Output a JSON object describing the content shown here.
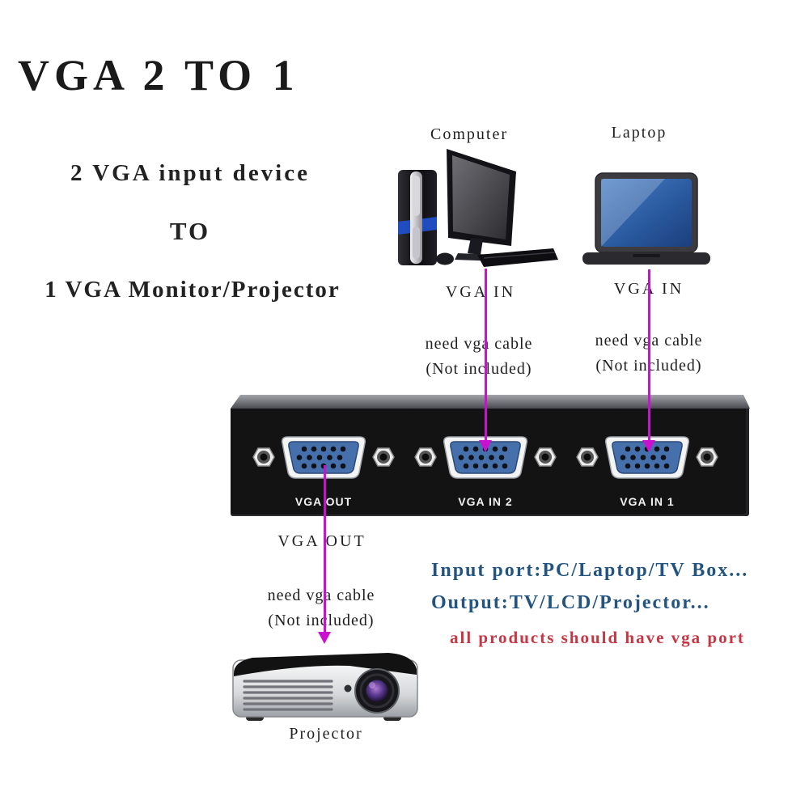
{
  "headline": {
    "title": "VGA 2 TO 1",
    "line1": "2 VGA input device",
    "line2": "TO",
    "line3": "1 VGA Monitor/Projector"
  },
  "computer": {
    "label": "Computer",
    "port": "VGA IN",
    "note1": "need vga cable",
    "note2": "(Not included)"
  },
  "laptop": {
    "label": "Laptop",
    "port": "VGA IN",
    "note1": "need vga cable",
    "note2": "(Not included)"
  },
  "switch": {
    "ports": [
      {
        "label": "VGA OUT"
      },
      {
        "label": "VGA IN 2"
      },
      {
        "label": "VGA IN 1"
      }
    ]
  },
  "output": {
    "port": "VGA OUT",
    "note1": "need vga cable",
    "note2": "(Not included)",
    "device": "Projector"
  },
  "footer": {
    "input_line": "Input port:PC/Laptop/TV Box...",
    "output_line": "Output:TV/LCD/Projector...",
    "warning": "all products should have vga port"
  },
  "colors": {
    "arrow_magenta": "#c911cf",
    "note_blue": "#235480",
    "warning_red": "#c63743",
    "port_blue": "#4570ab",
    "box_black": "#131313"
  }
}
